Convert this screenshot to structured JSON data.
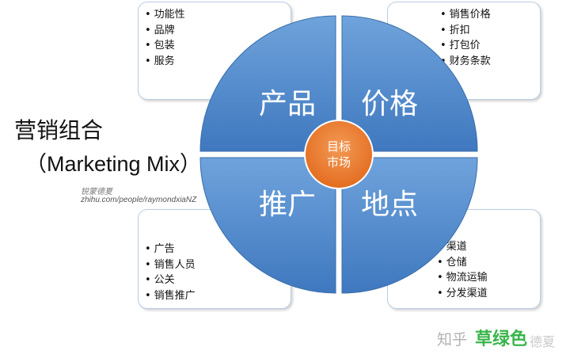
{
  "title": {
    "chinese": "营销组合",
    "english": "（Marketing Mix）"
  },
  "quadrants": {
    "product": "产品",
    "price": "价格",
    "promotion": "推广",
    "place": "地点"
  },
  "center": {
    "line1": "目标",
    "line2": "市场"
  },
  "boxes": {
    "product": [
      "功能性",
      "品牌",
      "包装",
      "服务"
    ],
    "price": [
      "销售价格",
      "折扣",
      "打包价",
      "财务条款"
    ],
    "promotion": [
      "广告",
      "销售人员",
      "公关",
      "销售推广"
    ],
    "place": [
      "渠道",
      "仓储",
      "物流运输",
      "分发渠道"
    ]
  },
  "watermark": {
    "name": "锐蒙德夏",
    "url": "zhihu.com/people/raymondxiaNZ"
  },
  "footer": {
    "site": "知乎",
    "author": "草绿色",
    "author_tail": "德夏"
  },
  "colors": {
    "quadrant_fill": "#4e86c8",
    "quadrant_gradient_light": "#6fa3dc",
    "center_fill": "#ed7d31",
    "box_border": "#b9cde6",
    "author_green": "#39b54a"
  }
}
